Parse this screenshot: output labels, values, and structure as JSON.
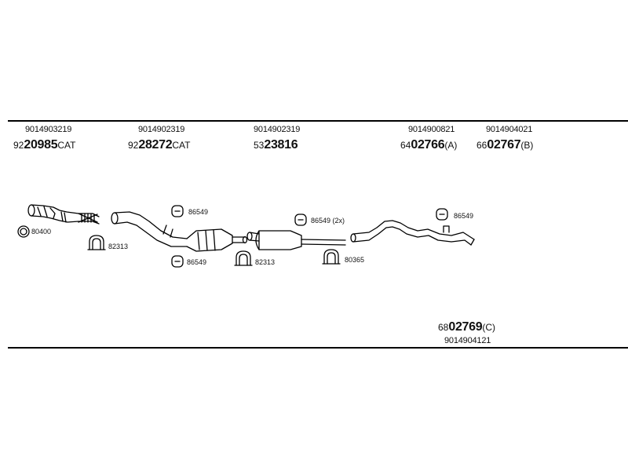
{
  "part_refs": [
    {
      "oe": "9014903219",
      "prefix": "92",
      "number": "20985",
      "suffix": "CAT"
    },
    {
      "oe": "9014902319",
      "prefix": "92",
      "number": "28272",
      "suffix": "CAT"
    },
    {
      "oe": "9014902319",
      "prefix": "53",
      "number": "23816",
      "suffix": ""
    },
    {
      "oe": "9014900821",
      "prefix": "64",
      "number": "02766",
      "suffix": "(A)"
    },
    {
      "oe": "9014904021",
      "prefix": "66",
      "number": "02767",
      "suffix": "(B)"
    },
    {
      "oe": "9014904121",
      "prefix": "68",
      "number": "02769",
      "suffix": "(C)"
    }
  ],
  "component_labels": {
    "gasket_left": "80400",
    "clamp_left": "82313",
    "hanger_top_1": "86549",
    "hanger_bottom_1": "86549",
    "clamp_mid": "82313",
    "hanger_mid": "86549 (2x)",
    "clamp_right": "80365",
    "hanger_right": "86549"
  },
  "colors": {
    "line": "#000000",
    "text": "#111111"
  }
}
